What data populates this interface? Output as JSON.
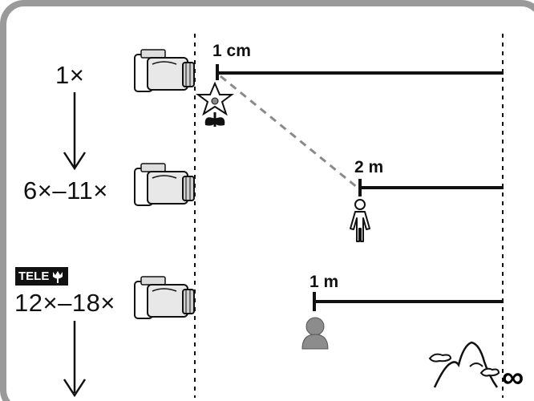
{
  "zoom_labels": {
    "wide": "1×",
    "mid": "6×–11×",
    "tele": "12×–18×"
  },
  "tele_badge": {
    "text": "TELE",
    "icon": "tulip-icon"
  },
  "distances": {
    "macro_wide": "1 cm",
    "mid": "2 m",
    "tele": "1 m"
  },
  "infinity_symbol": "∞",
  "icons": {
    "camera": "camera-icon",
    "flower": "flower-icon",
    "person_standing": "person-standing-icon",
    "person_bust": "person-bust-icon",
    "mountains": "mountains-icon",
    "arrow_down": "arrow-down-icon"
  },
  "colors": {
    "line": "#111111",
    "frame": "#9a9a9a",
    "dashed_guide": "#8a8a8a",
    "figure_fill": "#8c8c8c"
  }
}
